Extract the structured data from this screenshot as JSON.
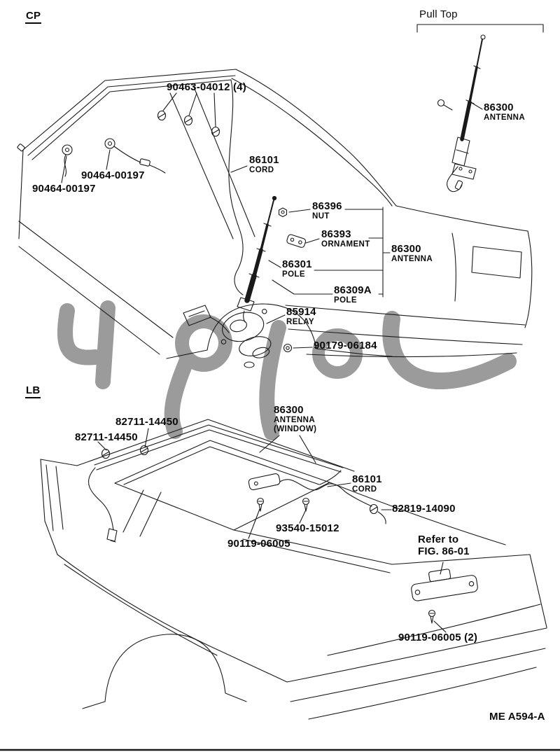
{
  "page": {
    "footer_code": "ME A594-A",
    "colors": {
      "ink": "#1a1a1a",
      "watermark": "#9b9b9b",
      "background": "#ffffff"
    }
  },
  "sections": {
    "cp_label": "CP",
    "lb_label": "LB",
    "pull_top_label": "Pull Top"
  },
  "cp": {
    "roof_clips_part": "90463-04012 (4)",
    "cord_part": "86101",
    "cord_name": "CORD",
    "clamp_upper_part": "90464-00197",
    "clamp_lower_part": "90464-00197",
    "nut_part": "86396",
    "nut_name": "NUT",
    "ornament_part": "86393",
    "ornament_name": "ORNAMENT",
    "antenna_part": "86300",
    "antenna_name": "ANTENNA",
    "pole_upper_part": "86301",
    "pole_upper_name": "POLE",
    "pole_lower_part": "86309A",
    "pole_lower_name": "POLE",
    "relay_part": "85914",
    "relay_name": "RELAY",
    "grommet_part": "90179-06184",
    "pulltop_part": "86300",
    "pulltop_name": "ANTENNA"
  },
  "lb": {
    "antenna_part": "86300",
    "antenna_name": "ANTENNA",
    "antenna_name2": "(WINDOW)",
    "clip_upper_part": "82711-14450",
    "clip_lower_part": "82711-14450",
    "cord_part": "86101",
    "cord_name": "CORD",
    "clamp_part": "82819-14090",
    "screw_part": "93540-15012",
    "bolt_part": "90119-06005",
    "refer_line1": "Refer to",
    "refer_line2": "FIG. 86-01",
    "bolt2_part": "90119-06005 (2)"
  }
}
